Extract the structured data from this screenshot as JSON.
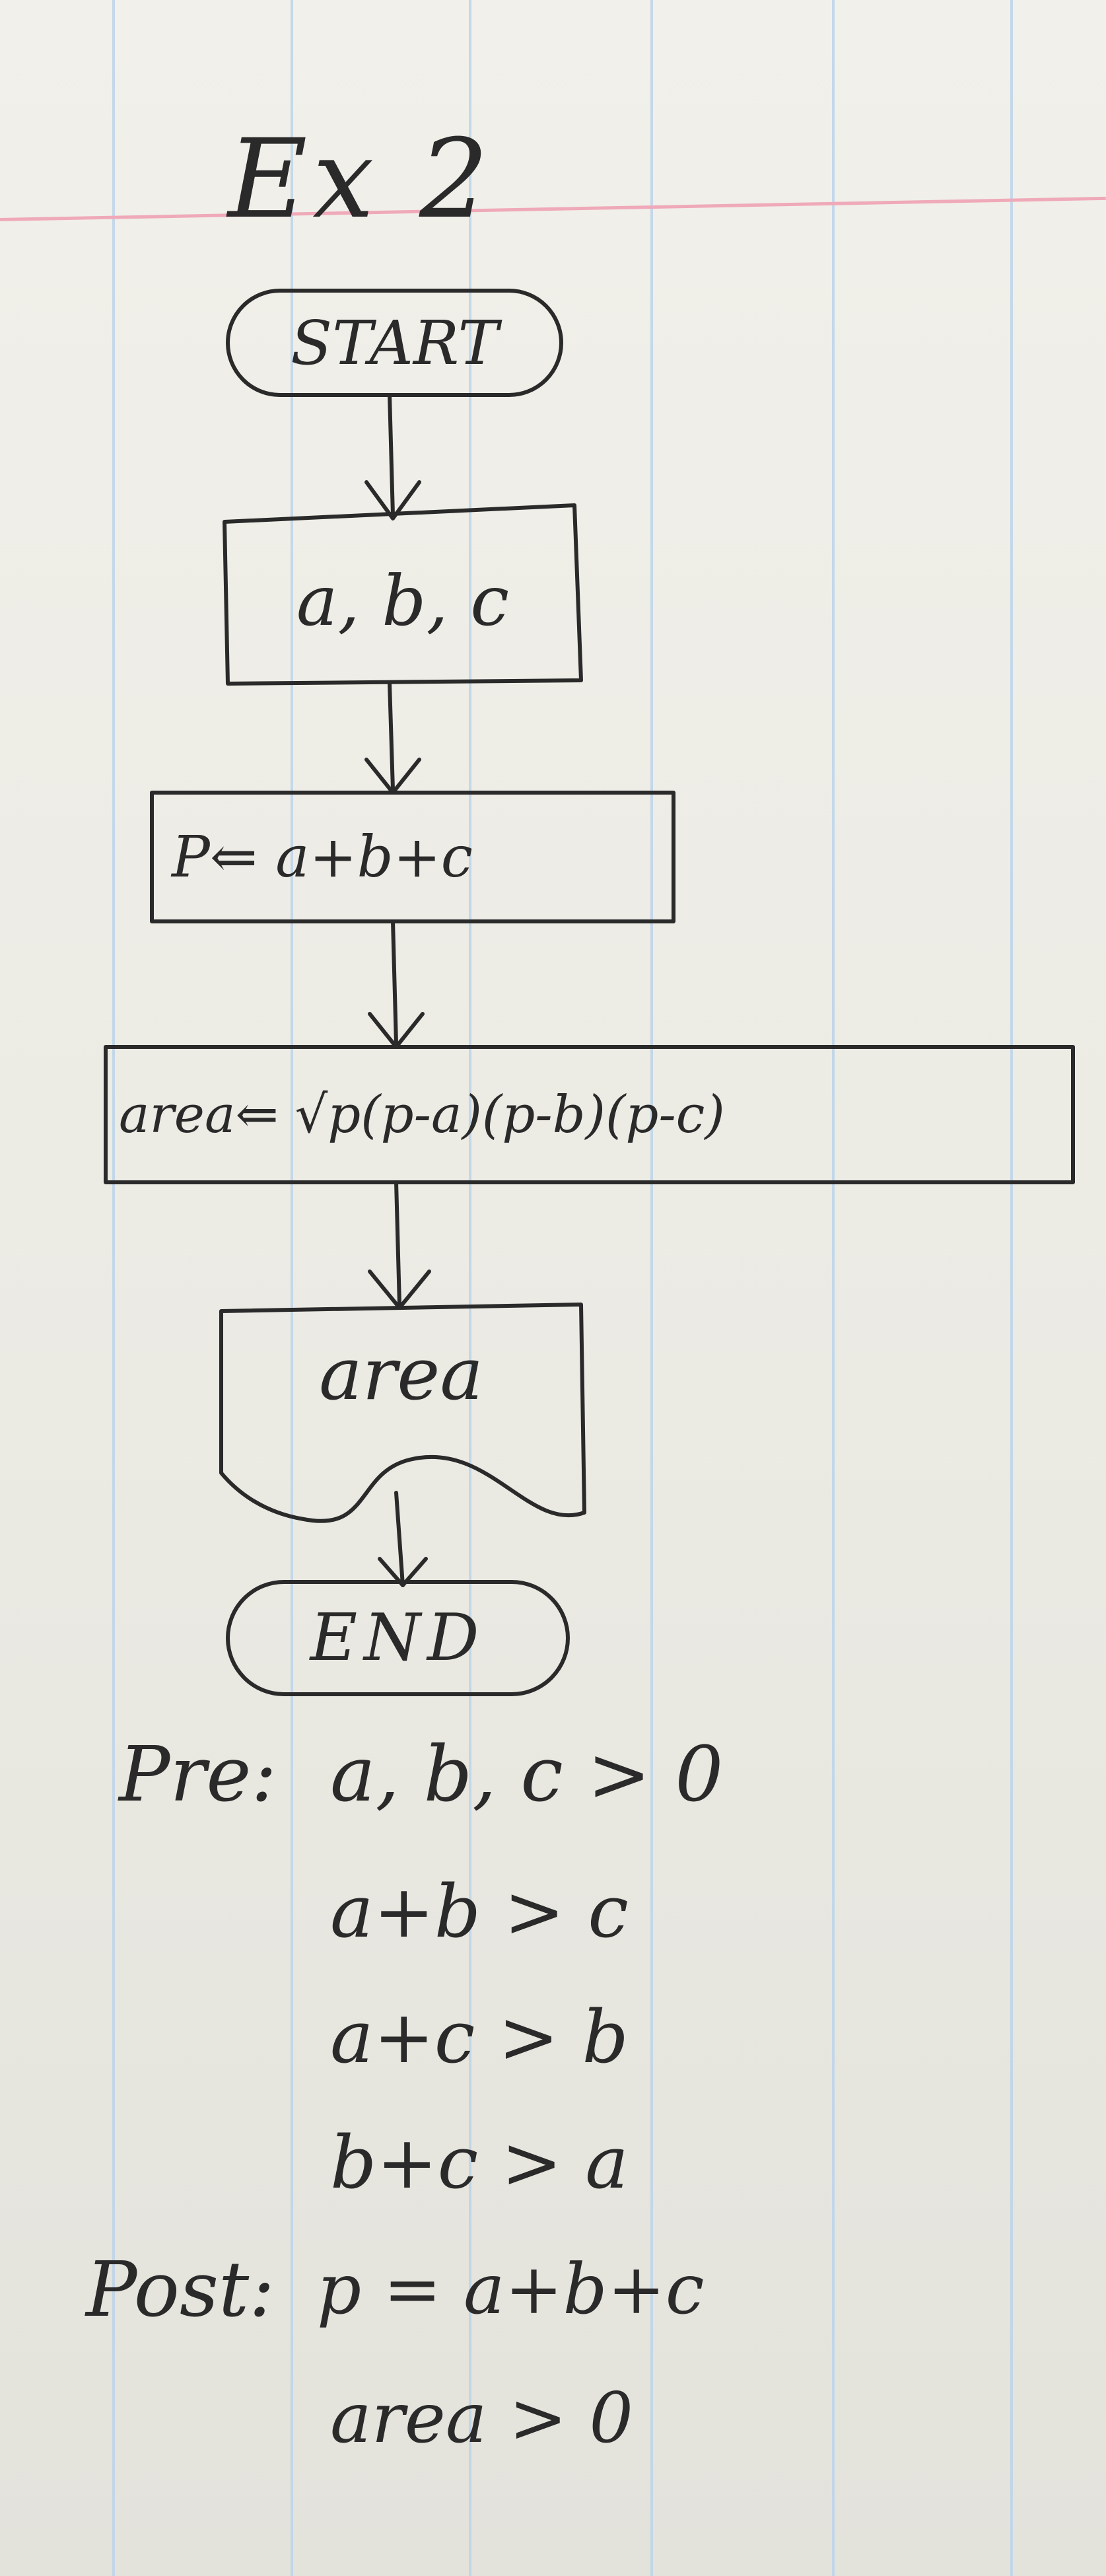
{
  "title": "Ex 2",
  "flowchart": {
    "start": "START",
    "input": "a, b, c",
    "process_p": "P⇐ a+b+c",
    "process_area": "area⇐ √p(p-a)(p-b)(p-c)",
    "output": "area",
    "end": "END"
  },
  "conditions": {
    "pre_label": "Pre:",
    "pre_lines": [
      "a, b, c > 0",
      "a+b > c",
      "a+c > b",
      "b+c > a"
    ],
    "post_label": "Post:",
    "post_lines": [
      "p = a+b+c",
      "area > 0"
    ]
  },
  "colors": {
    "ink": "#2a2a2a",
    "paper": "#ecebe4",
    "rule_lines": "#bcd4ea",
    "margin_line": "#efa9b8"
  }
}
